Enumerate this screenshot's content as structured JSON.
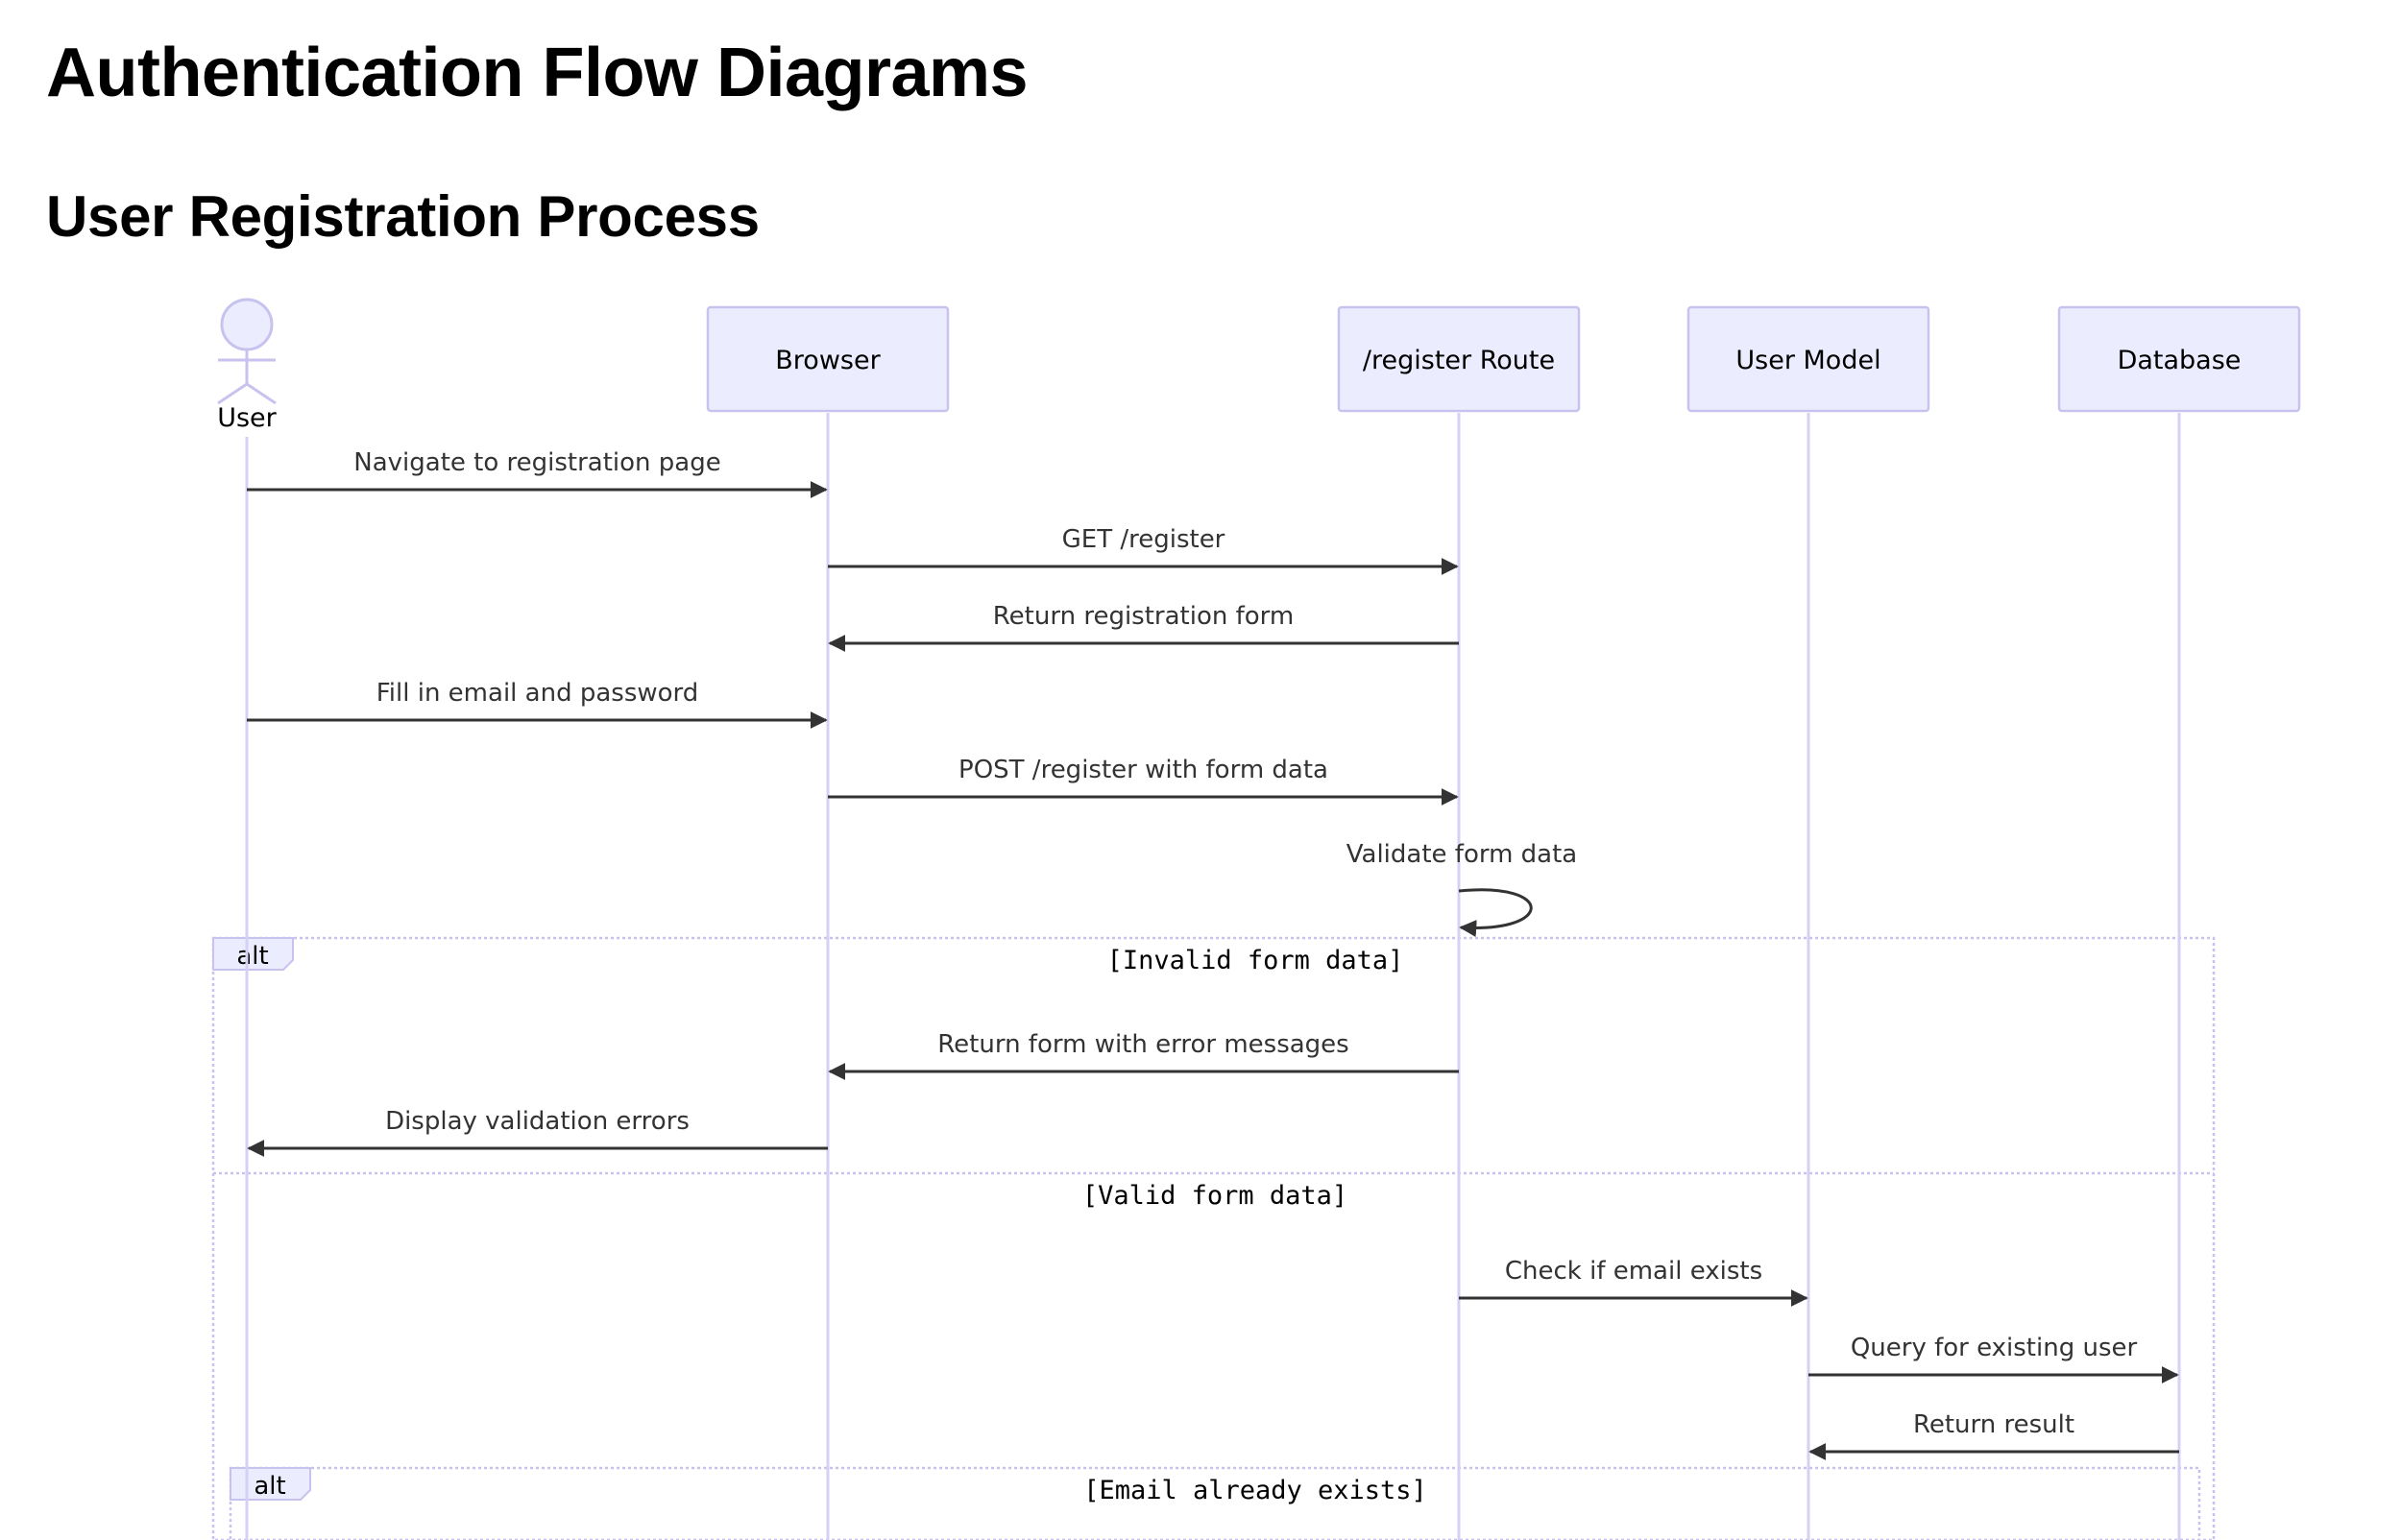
{
  "page": {
    "title": "Authentication Flow Diagrams",
    "section_title": "User Registration Process"
  },
  "colors": {
    "participant_fill": "#ECECFF",
    "participant_stroke": "#C8C2EF",
    "lifeline": "#D6D0F4",
    "arrow": "#333333",
    "frame": "#C8C2EF"
  },
  "diagram": {
    "participants": [
      {
        "id": "user",
        "label": "User",
        "kind": "actor"
      },
      {
        "id": "browser",
        "label": "Browser",
        "kind": "box"
      },
      {
        "id": "route",
        "label": "/register Route",
        "kind": "box"
      },
      {
        "id": "model",
        "label": "User Model",
        "kind": "box"
      },
      {
        "id": "db",
        "label": "Database",
        "kind": "box"
      }
    ],
    "messages": [
      {
        "from": "user",
        "to": "browser",
        "label": "Navigate to registration page"
      },
      {
        "from": "browser",
        "to": "route",
        "label": "GET /register"
      },
      {
        "from": "route",
        "to": "browser",
        "label": "Return registration form"
      },
      {
        "from": "user",
        "to": "browser",
        "label": "Fill in email and password"
      },
      {
        "from": "browser",
        "to": "route",
        "label": "POST /register with form data"
      },
      {
        "from": "route",
        "to": "route",
        "label": "Validate form data"
      },
      {
        "from": "route",
        "to": "browser",
        "label": "Return form with error messages"
      },
      {
        "from": "browser",
        "to": "user",
        "label": "Display validation errors"
      },
      {
        "from": "route",
        "to": "model",
        "label": "Check if email exists"
      },
      {
        "from": "model",
        "to": "db",
        "label": "Query for existing user"
      },
      {
        "from": "db",
        "to": "model",
        "label": "Return result"
      }
    ],
    "fragments": [
      {
        "type": "alt",
        "label": "alt",
        "conditions": [
          "[Invalid form data]",
          "[Valid form data]"
        ]
      },
      {
        "type": "alt",
        "label": "alt",
        "conditions": [
          "[Email already exists]"
        ]
      }
    ]
  }
}
